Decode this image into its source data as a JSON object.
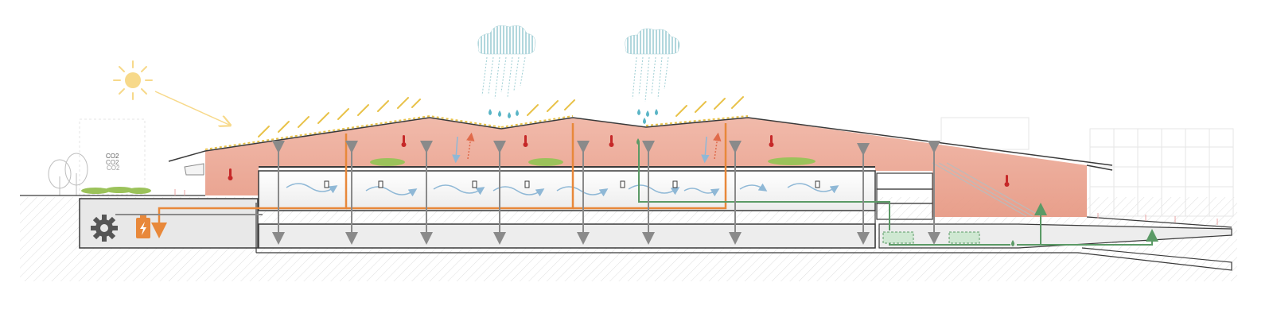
{
  "labels": {
    "co2_top": "CO2",
    "co2_mid": "CO2",
    "co2_low": "CO2"
  },
  "colors": {
    "roof_heat": "#e9a592",
    "sun": "#f7d98a",
    "solar_ray": "#e8c24a",
    "rain_cloud": "#9fcfd4",
    "rain_drop": "#5ab5c6",
    "heating_pipe": "#e8883a",
    "water_pipe": "#5b9a66",
    "air_flow": "#8fb8d6",
    "structure": "#4a4a4a",
    "ventilation_arrow": "#8a8a8a",
    "thermometer": "#c62828",
    "battery": "#e8883a",
    "gear": "#555555",
    "vegetation": "#9bc25a"
  },
  "icons": [
    "sun-icon",
    "rain-cloud-icon",
    "thermometer-icon",
    "gear-icon",
    "battery-icon",
    "water-drop-icon",
    "tree-icon"
  ]
}
